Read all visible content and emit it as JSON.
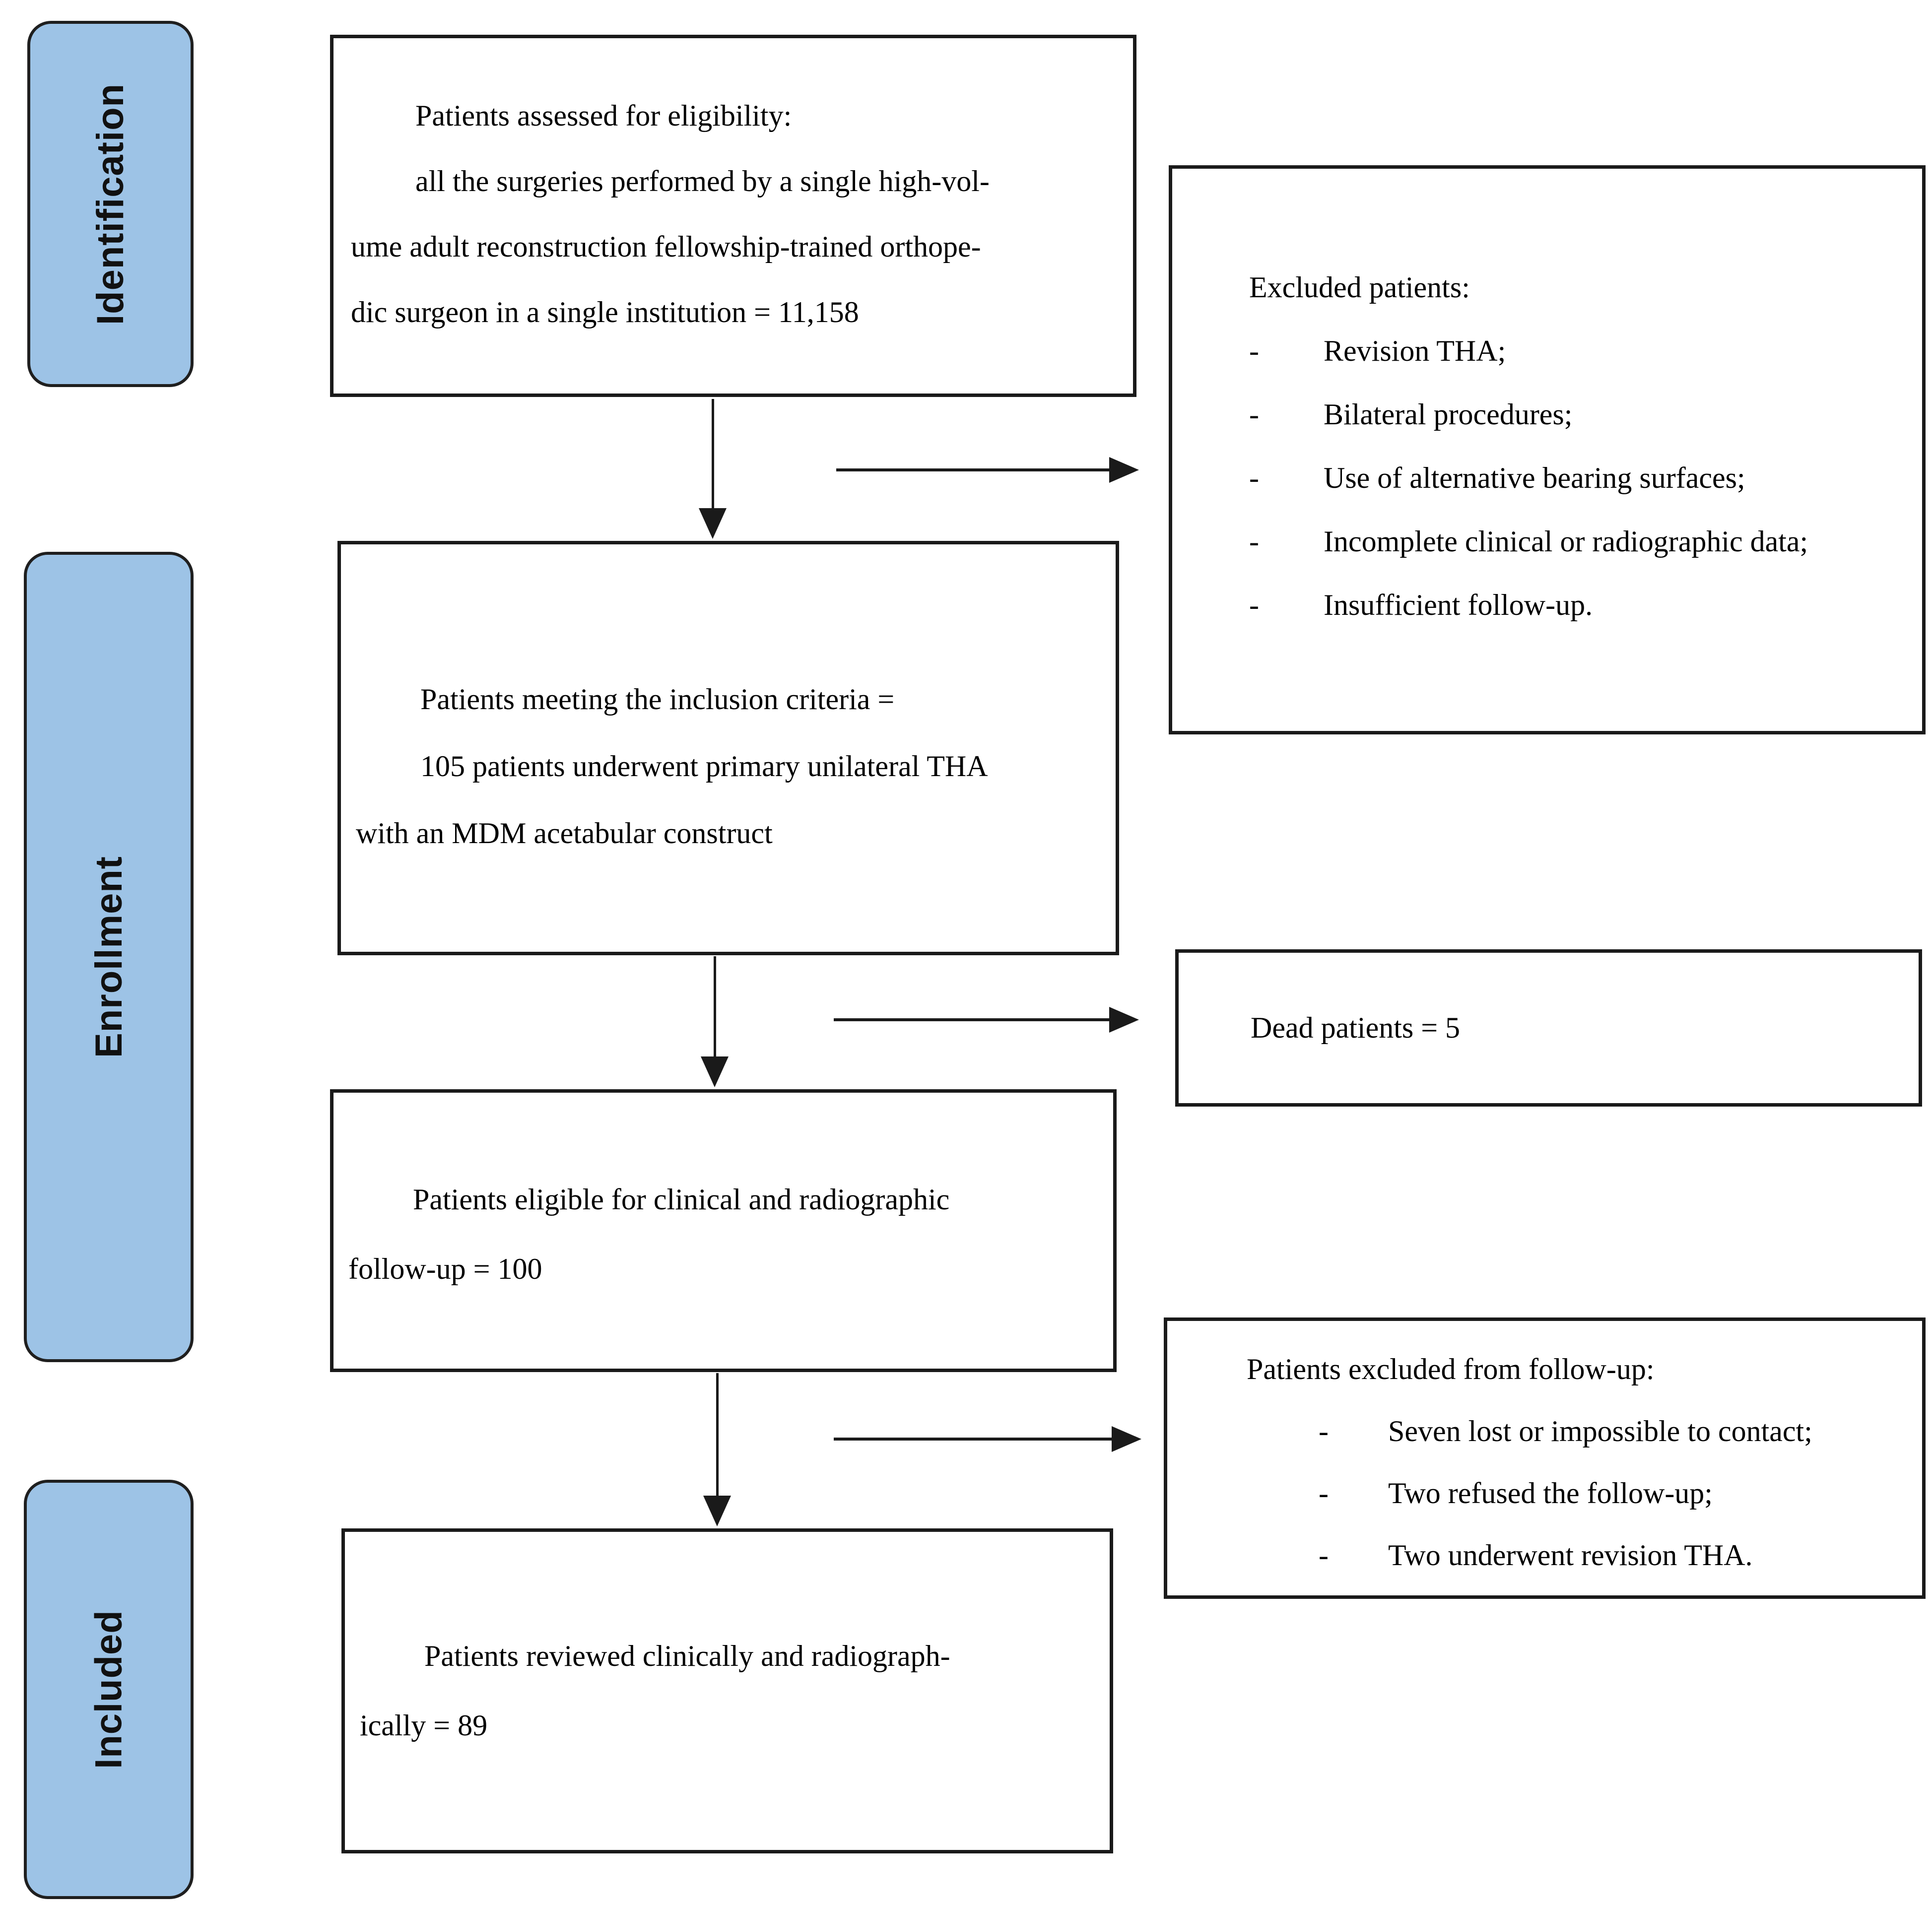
{
  "stages": {
    "identification": "Identification",
    "enrollment": "Enrollment",
    "included": "Included"
  },
  "glyphs": {
    "dash": "-"
  },
  "boxes": {
    "assessed": {
      "lines": [
        "Patients assessed for eligibility:",
        "all the surgeries performed by a single high-vol-",
        "ume adult reconstruction fellowship-trained orthope-",
        "dic surgeon in a single institution = 11,158"
      ]
    },
    "excluded": {
      "title": "Excluded patients:",
      "items": [
        "Revision THA;",
        "Bilateral procedures;",
        "Use of alternative bearing surfaces;",
        "Incomplete clinical or radiographic data;",
        "Insufficient follow-up."
      ]
    },
    "inclusion": {
      "lines": [
        "Patients meeting the inclusion criteria =",
        "105 patients underwent primary unilateral THA",
        "with an MDM acetabular construct"
      ]
    },
    "dead": {
      "text": "Dead patients = 5"
    },
    "eligible": {
      "lines": [
        "Patients eligible for clinical and radiographic",
        "follow-up = 100"
      ]
    },
    "followup_excluded": {
      "title": "Patients excluded from follow-up:",
      "items": [
        "Seven lost or impossible to contact;",
        "Two refused the follow-up;",
        "Two underwent revision THA."
      ]
    },
    "reviewed": {
      "lines": [
        "Patients reviewed clinically and radiograph-",
        "ically = 89"
      ]
    }
  },
  "colors": {
    "stage_fill": "#9DC3E6",
    "stage_border": "#1f1f1f",
    "box_border": "#1a1a1a",
    "box_fill": "#ffffff",
    "arrow": "#1a1a1a",
    "text": "#000000"
  }
}
